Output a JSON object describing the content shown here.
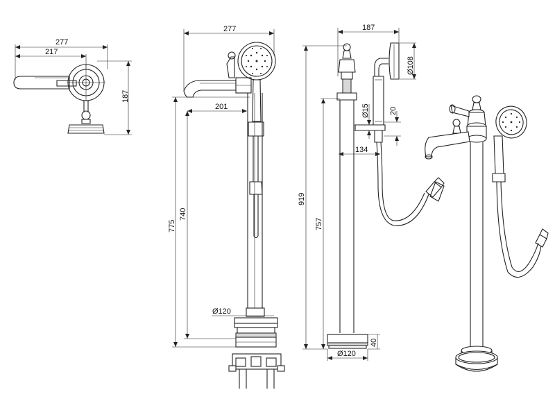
{
  "views": {
    "top": {
      "dims": [
        "277",
        "217",
        "187"
      ]
    },
    "front": {
      "dims": [
        "277",
        "201",
        "775",
        "740",
        "Ø120"
      ]
    },
    "side": {
      "dims": [
        "187",
        "Ø108",
        "Ø15",
        "20",
        "134",
        "919",
        "757",
        "Ø120",
        "40"
      ]
    }
  }
}
